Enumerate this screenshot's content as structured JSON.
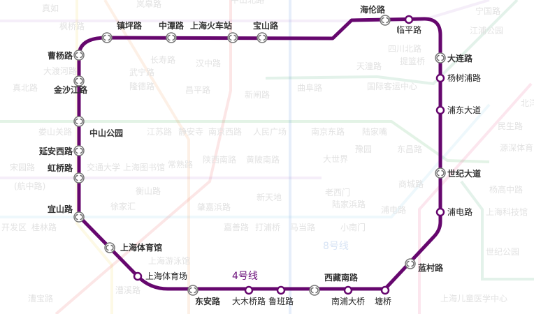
{
  "map": {
    "line_name": "4号线",
    "line_color": "#66076e",
    "background_line_label": "8号线",
    "stations": [
      {
        "name": "镇坪路",
        "type": "interchange",
        "bold": true
      },
      {
        "name": "中潭路",
        "type": "interchange",
        "bold": true
      },
      {
        "name": "上海火车站",
        "type": "interchange",
        "bold": true
      },
      {
        "name": "宝山路",
        "type": "interchange",
        "bold": true
      },
      {
        "name": "海伦路",
        "type": "interchange",
        "bold": true
      },
      {
        "name": "临平路",
        "type": "normal",
        "bold": false
      },
      {
        "name": "大连路",
        "type": "interchange",
        "bold": true
      },
      {
        "name": "杨树浦路",
        "type": "normal",
        "bold": false
      },
      {
        "name": "浦东大道",
        "type": "normal",
        "bold": false
      },
      {
        "name": "世纪大道",
        "type": "interchange",
        "bold": true
      },
      {
        "name": "浦电路",
        "type": "normal",
        "bold": false
      },
      {
        "name": "蓝村路",
        "type": "interchange",
        "bold": true
      },
      {
        "name": "塘桥",
        "type": "normal",
        "bold": false
      },
      {
        "name": "南浦大桥",
        "type": "normal",
        "bold": false
      },
      {
        "name": "西藏南路",
        "type": "interchange",
        "bold": true
      },
      {
        "name": "鲁班路",
        "type": "normal",
        "bold": false
      },
      {
        "name": "大木桥路",
        "type": "normal",
        "bold": false
      },
      {
        "name": "东安路",
        "type": "interchange",
        "bold": true
      },
      {
        "name": "上海体育场",
        "type": "normal",
        "bold": false
      },
      {
        "name": "上海体育馆",
        "type": "interchange",
        "bold": true
      },
      {
        "name": "宜山路",
        "type": "interchange",
        "bold": true
      },
      {
        "name": "虹桥路",
        "type": "interchange",
        "bold": true
      },
      {
        "name": "延安西路",
        "type": "interchange",
        "bold": true
      },
      {
        "name": "中山公园",
        "type": "interchange",
        "bold": true
      },
      {
        "name": "金沙江路",
        "type": "interchange",
        "bold": true
      },
      {
        "name": "曹杨路",
        "type": "interchange",
        "bold": true
      }
    ],
    "background_stations": [
      "真如",
      "枫桥路",
      "岚皋路",
      "中山北路",
      "长寿路",
      "武宁路",
      "隆德路",
      "汉中路",
      "昌平路",
      "新闸路",
      "大渡河路",
      "真北路",
      "娄山关路",
      "江苏路",
      "静安寺",
      "南京西路",
      "人民广场",
      "曲阜路",
      "四川北路",
      "天潼路",
      "提篮桥",
      "国际客运中心",
      "南京东路",
      "陆家嘴",
      "豫园",
      "东昌路",
      "大世界",
      "宁国路",
      "江浦公园",
      "北洋泾路",
      "民生路",
      "源深体育中心",
      "宋园路",
      "交通大学",
      "上海图书馆",
      "常熟路",
      "陕西南路",
      "黄陂南路",
      "衡山路",
      "徐家汇",
      "肇嘉浜路",
      "新天地",
      "老西门",
      "陆家浜路",
      "嘉善路",
      "打浦桥",
      "马当路",
      "小南门",
      "桂林路",
      "开发区",
      "(航中路)",
      "上海游泳馆",
      "漕溪路",
      "漕宝路",
      "商城路",
      "杨高中路",
      "浦电路",
      "上海科技馆",
      "世纪公园",
      "上海儿童医学中心"
    ]
  }
}
